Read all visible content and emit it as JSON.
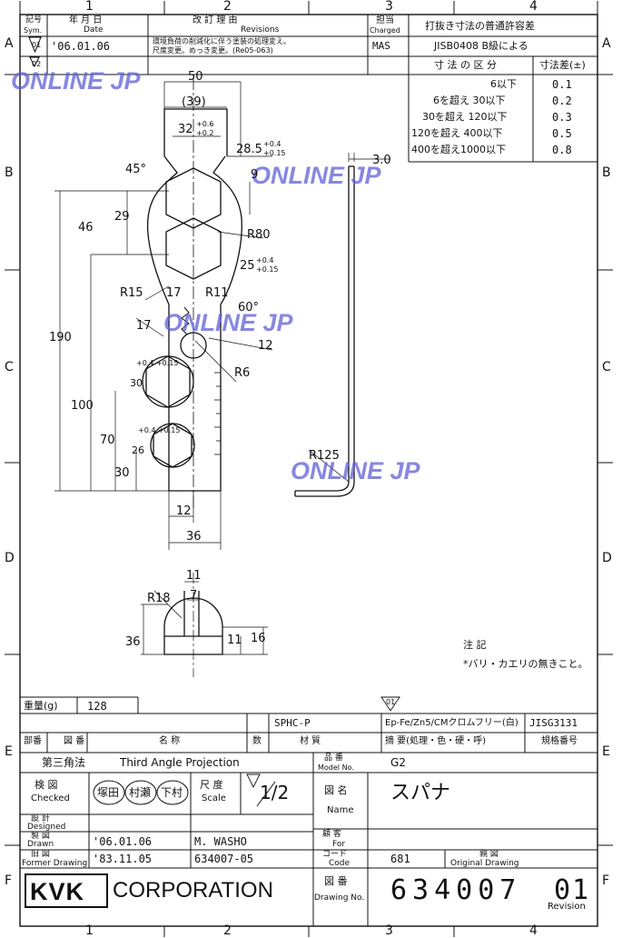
{
  "grid": {
    "cols_top": [
      "1",
      "2",
      "3",
      "4"
    ],
    "cols_bottom": [
      "1",
      "2",
      "3",
      "4"
    ],
    "rows_left": [
      "A",
      "B",
      "C",
      "D",
      "E",
      "F"
    ],
    "rows_right": [
      "A",
      "B",
      "C",
      "D",
      "E",
      "F"
    ]
  },
  "revision_block": {
    "h_sym": "記号",
    "h_sym_en": "Sym.",
    "h_date": "年 月 日",
    "h_date_en": "Date",
    "h_rev": "改 訂 理 由",
    "h_rev_en": "Revisions",
    "h_chg": "担当",
    "h_chg_en": "Charged",
    "rows": [
      {
        "sym": "01",
        "date": "'06.01.06",
        "text1": "環境負荷の削減化に伴う塗装の処理変え。",
        "text2": "尺度変更。めっき変更。(Re05-063)",
        "by": "MAS"
      },
      {
        "sym": "02",
        "date": "",
        "text1": "",
        "text2": "",
        "by": ""
      }
    ]
  },
  "tolerance_table": {
    "title": "打抜き寸法の普通許容差",
    "standard": "JISB0408 B級による",
    "h_range": "寸 法 の 区 分",
    "h_tol": "寸法差(±)",
    "rows": [
      {
        "range": "6以下",
        "tol": "0.1"
      },
      {
        "range": "6を超え 30以下",
        "tol": "0.2"
      },
      {
        "range": "30を超え 120以下",
        "tol": "0.3"
      },
      {
        "range": "120を超え 400以下",
        "tol": "0.5"
      },
      {
        "range": "400を超え1000以下",
        "tol": "0.8"
      }
    ]
  },
  "watermarks": [
    "ONLINE JP",
    "ONLINE JP",
    "ONLINE   JP",
    "ONLINE JP"
  ],
  "dimensions": {
    "d50": "50",
    "d39": "(39)",
    "d32": "32",
    "d32tol_u": "+0.6",
    "d32tol_l": "+0.2",
    "d285": "28.5",
    "d285tol_u": "+0.4",
    "d285tol_l": "+0.15",
    "d45": "45°",
    "d9": "9",
    "d29": "29",
    "d46": "46",
    "r80": "R80",
    "d25": "25",
    "d25tol_u": "+0.4",
    "d25tol_l": "+0.15",
    "r15": "R15",
    "d17a": "17",
    "r11": "R11",
    "d60": "60°",
    "d17b": "17",
    "d12a": "12",
    "r6": "R6",
    "d190": "190",
    "d100": "100",
    "d30tol": "30",
    "d30tol_s": "+0.4 +0.15",
    "d70": "70",
    "d26": "26",
    "d26tol_s": "+0.4 +0.15",
    "d30": "30",
    "d12b": "12",
    "d36": "36",
    "d3": "3.0",
    "r125": "R125",
    "d11": "11",
    "d7": "7",
    "r18": "R18",
    "d36b": "36",
    "d11b": "11",
    "d16": "16"
  },
  "notes": {
    "title": "注 記",
    "line1": "*バリ・カエリの無きこと。"
  },
  "title_block": {
    "weight_label": "重量(g)",
    "weight_value": "128",
    "rev_mark": "01",
    "material": "SPHC-P",
    "finish": "Ep-Fe/Zn5/CMクロムフリー(白)",
    "std": "JISG3131",
    "h_part": "部番",
    "h_drawing": "図 番",
    "h_name": "名 称",
    "h_qty": "数",
    "h_mat": "材 質",
    "h_finish": "摘 要(処理・色・硬・呼)",
    "h_std": "規格番号",
    "projection_jp": "第三角法",
    "projection_en": "Third Angle Projection",
    "model_label": "品 番",
    "model_label_en": "Model No.",
    "model_value": "G2",
    "checked_label": "検 図",
    "checked_label_en": "Checked",
    "stamps": [
      "塚田",
      "村瀬",
      "下村"
    ],
    "scale_label": "尺 度",
    "scale_label_en": "Scale",
    "scale_value": "1/2",
    "name_label": "図 名",
    "name_label_en": "Name",
    "name_value": "スパナ",
    "designed_label": "設 計",
    "designed_label_en": "Designed",
    "drawn_label": "製 図",
    "drawn_label_en": "Drawn",
    "drawn_date": "'06.01.06",
    "drawn_by": "M. WASHO",
    "for_label": "顧 客",
    "for_label_en": "For",
    "former_label": "旧 図",
    "former_label_en": "Former Drawing",
    "former_date": "'83.11.05",
    "former_no": "634007-05",
    "code_label": "コード",
    "code_label_en": "Code",
    "code_value": "681",
    "original_label": "親 図",
    "original_label_en": "Original Drawing",
    "company": "KVK",
    "company2": "CORPORATION",
    "drawingno_label": "図 番",
    "drawingno_label_en": "Drawing No.",
    "drawing_no": "634007",
    "revision_no": "01",
    "revision_label": "Revision"
  }
}
